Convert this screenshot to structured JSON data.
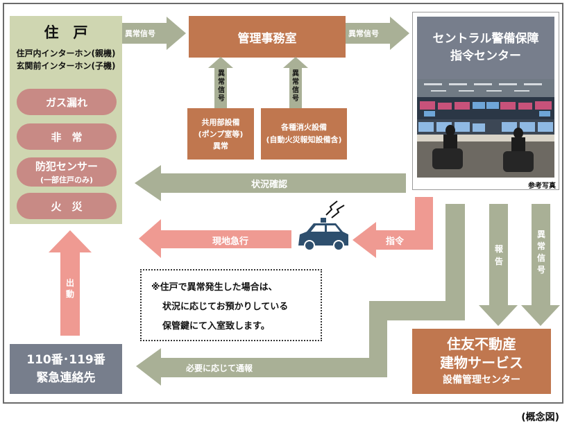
{
  "residence": {
    "title": "住　戸",
    "line1": "住戸内インターホン(親機)",
    "line2": "玄関前インターホン(子機)",
    "items": [
      {
        "label": "ガス漏れ",
        "sub": ""
      },
      {
        "label": "非　常",
        "sub": ""
      },
      {
        "label": "防犯センサー",
        "sub": "(一部住戸のみ)"
      },
      {
        "label": "火　災",
        "sub": ""
      }
    ]
  },
  "office": {
    "title": "管理事務室"
  },
  "common_equipment": {
    "line1": "共用部設備",
    "line2": "(ポンプ室等)",
    "line3": "異常"
  },
  "fire_equipment": {
    "line1": "各種消火設備",
    "line2": "(自動火災報知設備含)"
  },
  "central": {
    "line1": "セントラル警備保障",
    "line2": "指令センター",
    "photo_caption": "参考写真"
  },
  "emergency": {
    "line1": "110番･119番",
    "line2": "緊急連絡先"
  },
  "sumitomo": {
    "line1": "住友不動産",
    "line2": "建物サービス",
    "line3": "設備管理センター"
  },
  "note": {
    "line1": "※住戸で異常発生した場合は、",
    "line2": "状況に応じてお預かりしている",
    "line3": "保管鍵にて入室致します。"
  },
  "arrows": {
    "abnormal_signal": "異常信号",
    "abnormal_signal_vertical": [
      "異",
      "常",
      "信",
      "号"
    ],
    "status_check": "状況確認",
    "rush": "現地急行",
    "command": "指令",
    "dispatch_vertical": [
      "出",
      "動"
    ],
    "report_vertical": [
      "報",
      "告"
    ],
    "notify_if_needed": "必要に応じて通報"
  },
  "footer": "(概念図)",
  "colors": {
    "green_box": "#cfd6b1",
    "gray_green_arrow": "#a9b096",
    "brown": "#c0774f",
    "pink": "#c88a85",
    "salmon_arrow": "#ef9a92",
    "slate": "#777e8c",
    "car": "#2e4f6e"
  }
}
